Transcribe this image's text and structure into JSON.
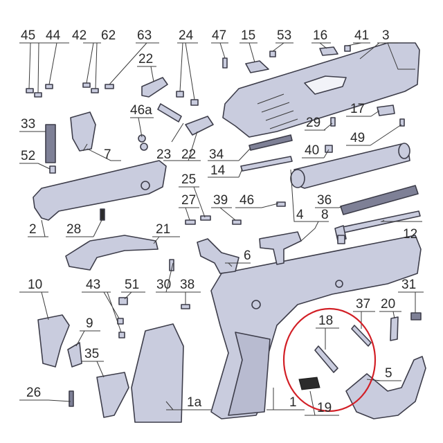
{
  "labels": {
    "p45": "45",
    "p44": "44",
    "p42": "42",
    "p62": "62",
    "p63": "63",
    "p24": "24",
    "p47": "47",
    "p15": "15",
    "p53": "53",
    "p16": "16",
    "p41": "41",
    "p3": "3",
    "p22a": "22",
    "p33": "33",
    "p46a": "46a",
    "p7": "7",
    "p52": "52",
    "p23": "23",
    "p22b": "22",
    "p34": "34",
    "p29": "29",
    "p17": "17",
    "p49": "49",
    "p40": "40",
    "p14": "14",
    "p25": "25",
    "p27": "27",
    "p39": "39",
    "p46": "46",
    "p36": "36",
    "p2": "2",
    "p28": "28",
    "p21": "21",
    "p4": "4",
    "p8": "8",
    "p12": "12",
    "p6": "6",
    "p10": "10",
    "p43": "43",
    "p51": "51",
    "p30": "30",
    "p38": "38",
    "p31": "31",
    "p18": "18",
    "p37": "37",
    "p20": "20",
    "p9": "9",
    "p35": "35",
    "p5": "5",
    "p26": "26",
    "p1a": "1a",
    "p1": "1",
    "p19": "19"
  },
  "colors": {
    "part_fill": "#c9ccde",
    "outline": "#3d3d4a",
    "highlight_circle": "#d21f26"
  }
}
